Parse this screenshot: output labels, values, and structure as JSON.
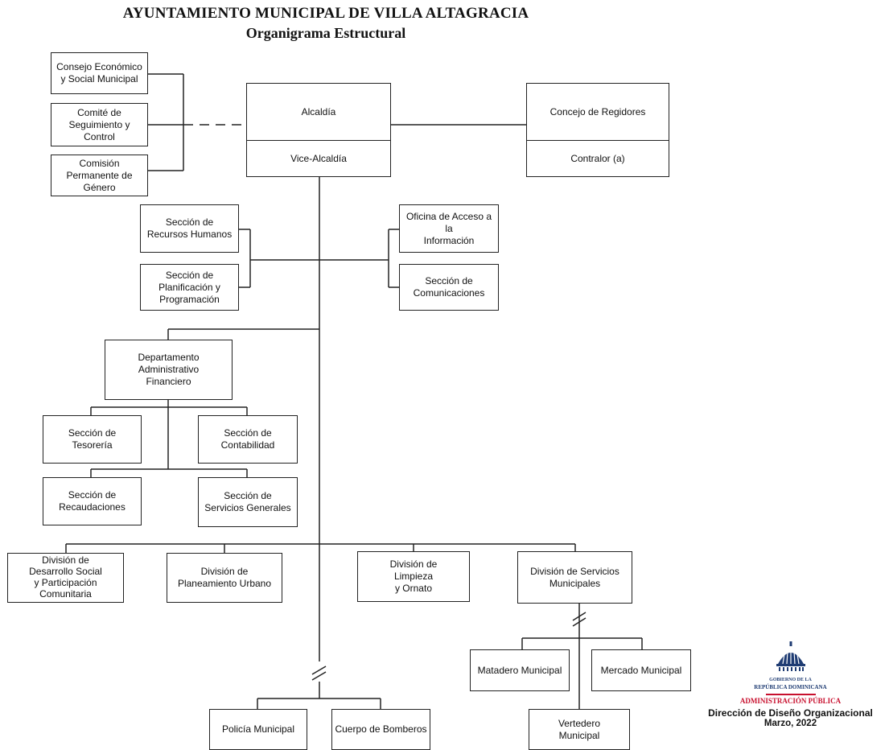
{
  "header": {
    "title": "AYUNTAMIENTO MUNICIPAL DE VILLA ALTAGRACIA",
    "subtitle": "Organigrama Estructural"
  },
  "advisory": {
    "consejo": "Consejo Económico\ny Social Municipal",
    "comite": "Comité de\nSeguimiento y\nControl",
    "comision": "Comisión\nPermanente de\nGénero"
  },
  "top": {
    "alcaldia": "Alcaldía",
    "vice_alcaldia": "Vice-Alcaldía",
    "concejo": "Concejo de Regidores",
    "contralor": "Contralor (a)"
  },
  "staff": {
    "rrhh": "Sección de\nRecursos Humanos",
    "planificacion": "Sección de\nPlanificación y\nProgramación",
    "acceso": "Oficina de Acceso a la\nInformación",
    "comunicaciones": "Sección de\nComunicaciones"
  },
  "admin": {
    "departamento": "Departamento\nAdministrativo\nFinanciero",
    "tesoreria": "Sección de\nTesorería",
    "contabilidad": "Sección de\nContabilidad",
    "recaudaciones": "Sección de\nRecaudaciones",
    "servicios_generales": "Sección de\nServicios Generales"
  },
  "divisions": {
    "desarrollo": "División de\nDesarrollo Social\ny Participación\nComunitaria",
    "planeamiento": "División de\nPlaneamiento Urbano",
    "limpieza": "División de\nLimpieza\ny Ornato",
    "servicios_municipales": "División  de Servicios\nMunicipales"
  },
  "units": {
    "matadero": "Matadero  Municipal",
    "mercado": "Mercado Municipal",
    "vertedero": "Vertedero\nMunicipal",
    "policia": "Policía Municipal",
    "bomberos": "Cuerpo de Bomberos"
  },
  "logo": {
    "emblem_line1": "GOBIERNO DE LA",
    "emblem_line2": "REPÚBLICA DOMINICANA",
    "admin": "ADMINISTRACIÓN PÚBLICA",
    "direccion": "Dirección de Diseño Organizacional",
    "fecha": "Marzo, 2022"
  },
  "colors": {
    "line": "#222222",
    "logo_blue": "#1f3c73",
    "logo_red": "#c8102e"
  }
}
